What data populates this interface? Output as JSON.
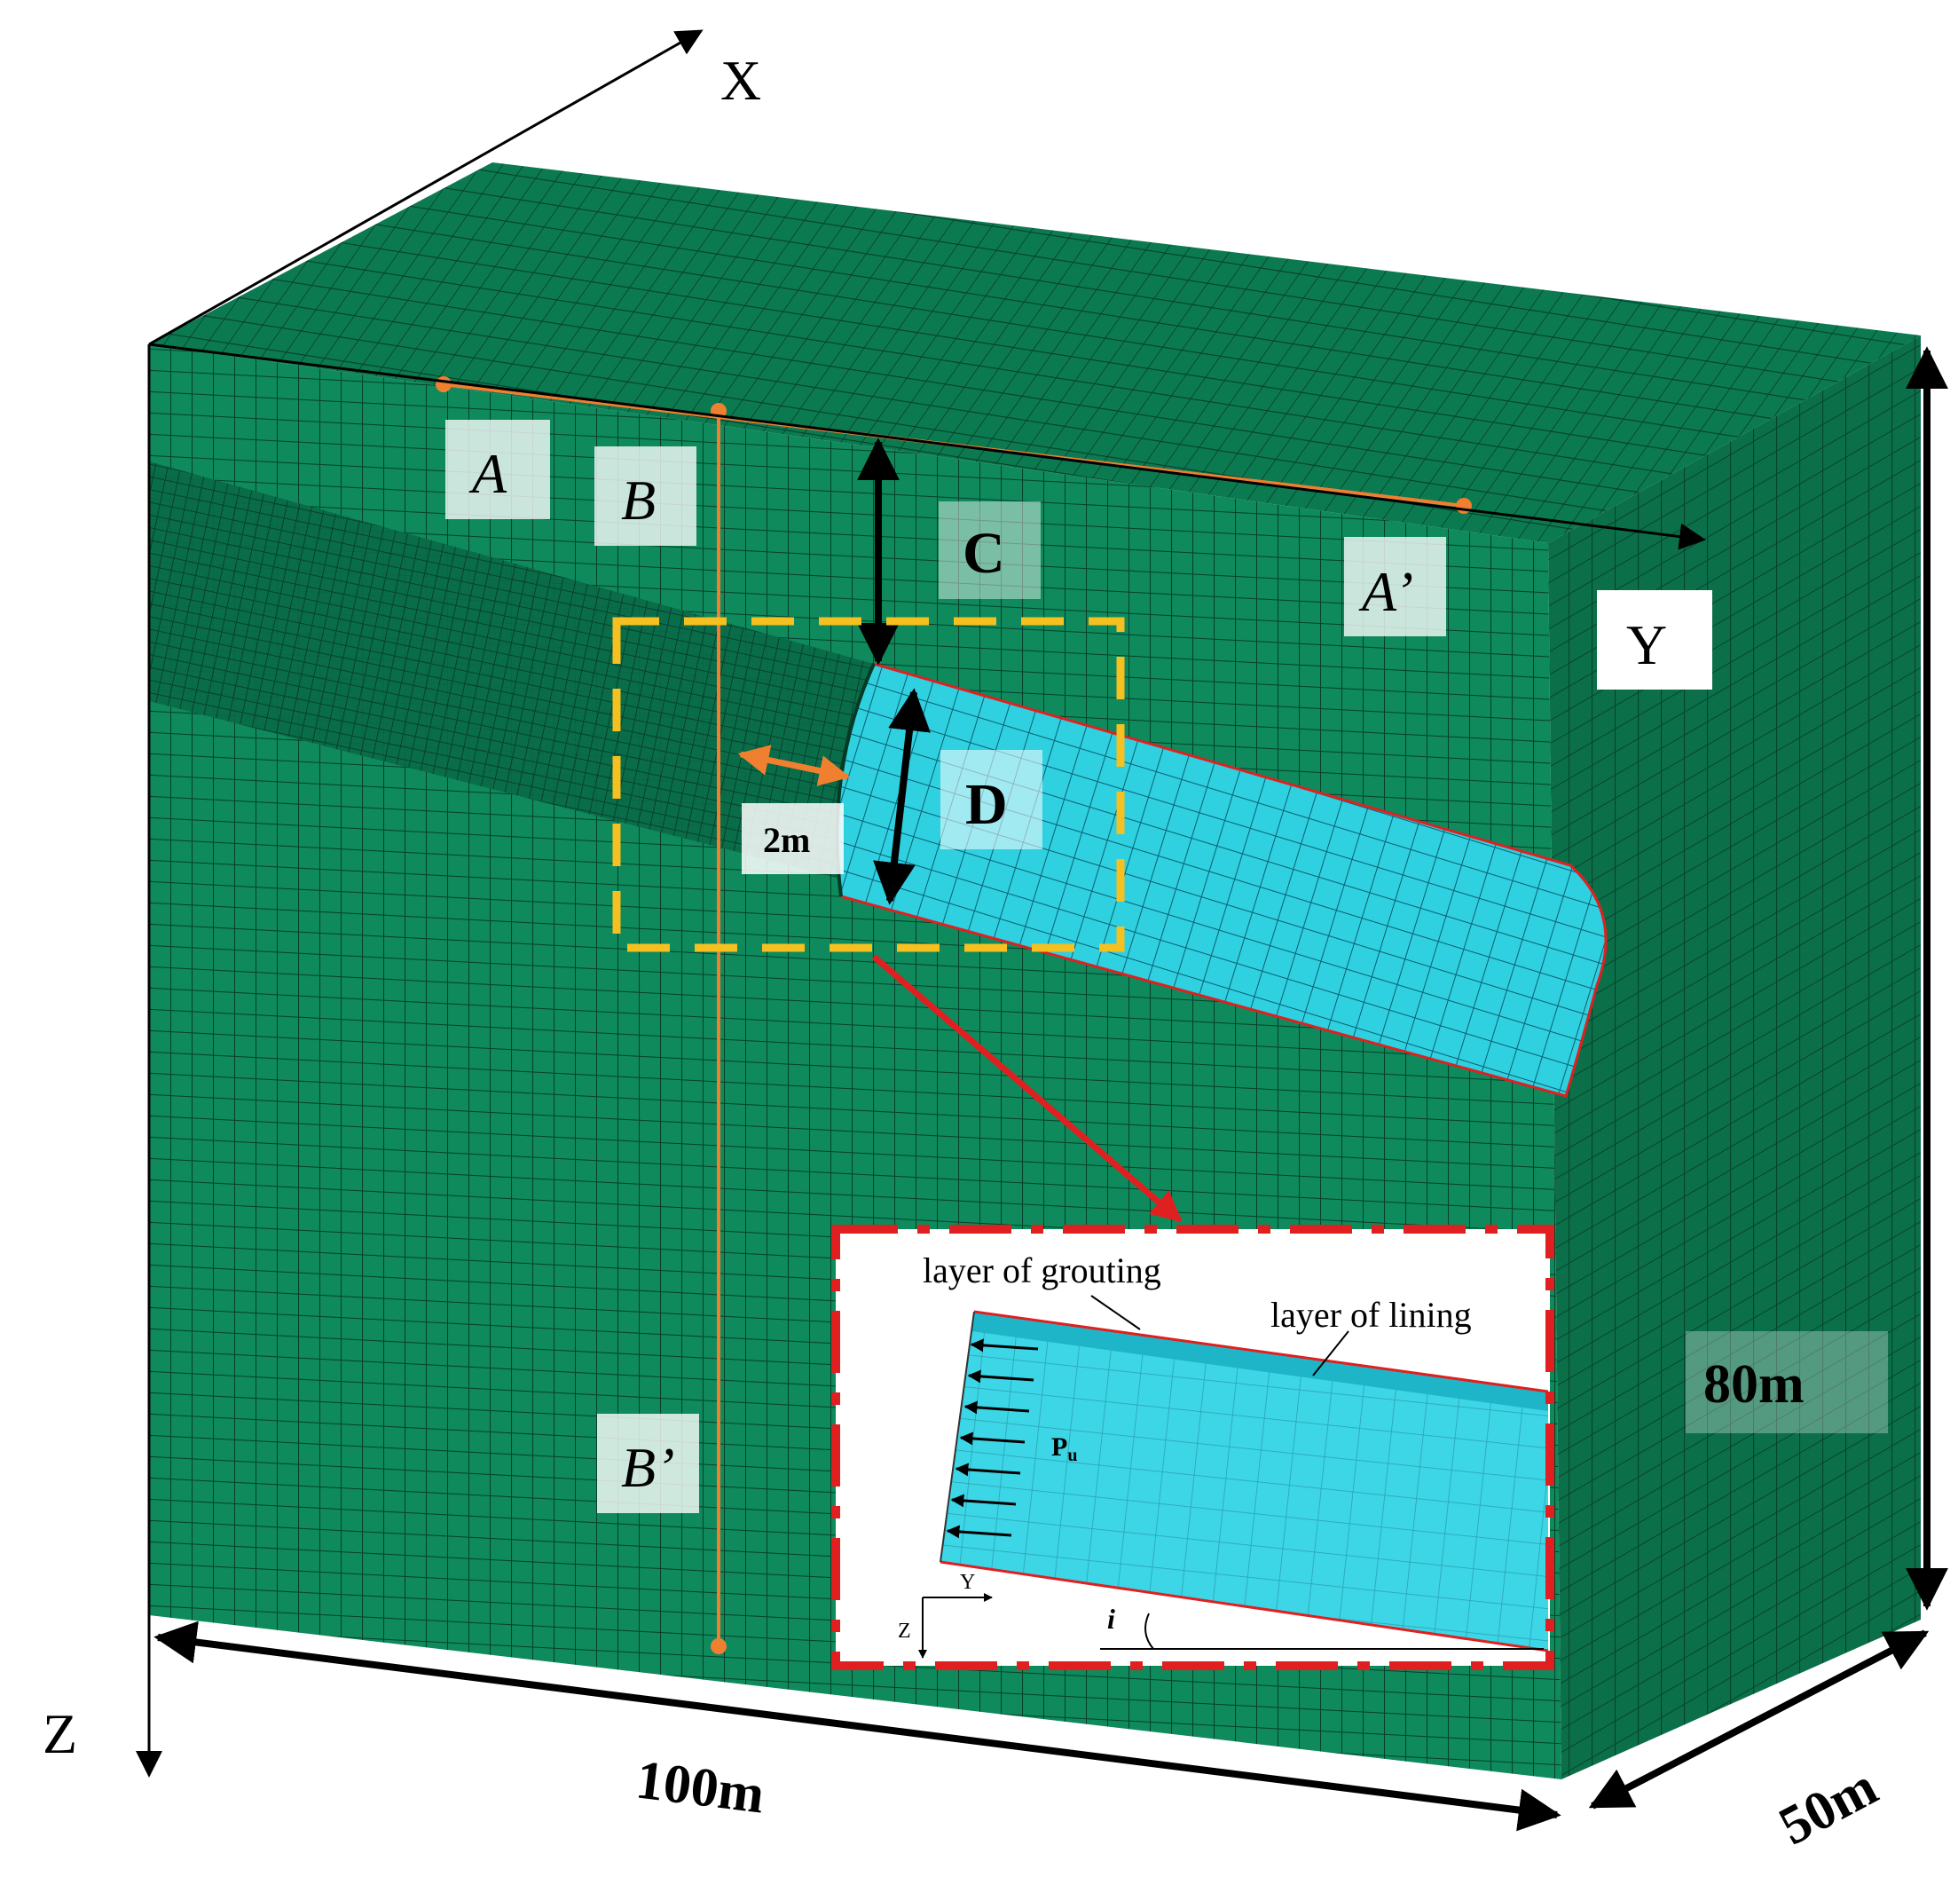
{
  "labels": {
    "axis_x": "X",
    "axis_y": "Y",
    "axis_z": "Z",
    "a": "A",
    "a_prime": "A’",
    "b": "B",
    "b_prime": "B’",
    "c": "C",
    "d": "D",
    "two_m": "2m"
  },
  "dimensions": {
    "length": "100m",
    "width": "50m",
    "height": "80m"
  },
  "inset": {
    "grouting": "layer of grouting",
    "lining": "layer of lining",
    "pressure": "P",
    "pressure_sub": "u",
    "axis_y": "Y",
    "axis_z": "Z",
    "angle": "i"
  },
  "colors": {
    "soil": "#0e8a5c",
    "soil_top": "#0c7a51",
    "soil_side": "#0b6f4a",
    "tunnel": "#2fd0e0",
    "orange_line": "#f08030",
    "dashed_box": "#f5c020",
    "red": "#e02020"
  }
}
